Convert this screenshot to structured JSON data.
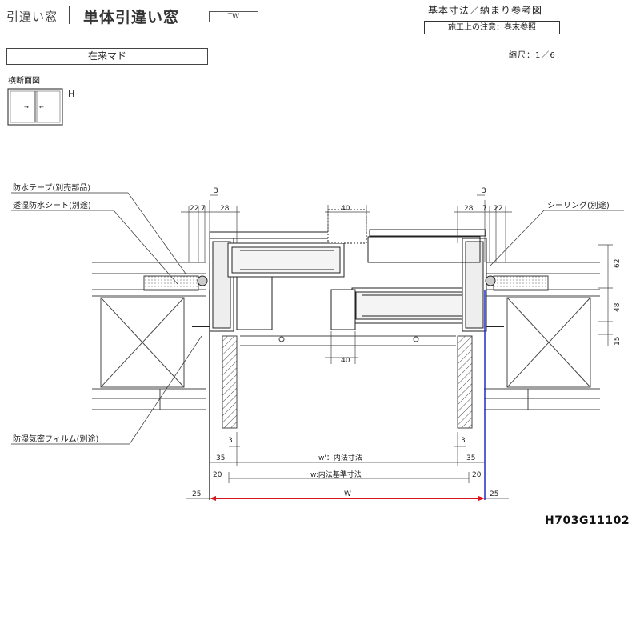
{
  "header": {
    "series": "引違い窓",
    "product": "単体引違い窓",
    "code": "TW",
    "drawing_type": "基本寸法／納まり参考図",
    "note": "施工上の注意：巻末参照",
    "install_type": "在来マド",
    "scale": "縮尺：1／6"
  },
  "section_label": "横断面図",
  "h_label": "H",
  "callouts": {
    "waterproof_tape": "防水テープ(別売部品)",
    "breathable_sheet": "透湿防水シート(別途)",
    "sealing": "シーリング(別途)",
    "vapor_film": "防湿気密フィルム(別途)"
  },
  "dimensions": {
    "top_left": [
      "22",
      "7",
      "28"
    ],
    "top_left_3": "3",
    "top_center": "40",
    "top_right": [
      "28",
      "7",
      "22"
    ],
    "top_right_3": "3",
    "bottom_center": "40",
    "right_side": [
      "62",
      "48",
      "15"
    ],
    "left_3": "3",
    "right_3": "3",
    "left_35": "35",
    "right_35": "35",
    "w_prime": "w'：内法寸法",
    "left_20": "20",
    "right_20": "20",
    "w_ref": "w:内法基準寸法",
    "left_25": "25",
    "right_25": "25",
    "W": "W"
  },
  "drawing_id": "H703G11102",
  "colors": {
    "frame_line": "#1a2fc8",
    "overall_width": "#d8141c",
    "line": "#222222"
  }
}
